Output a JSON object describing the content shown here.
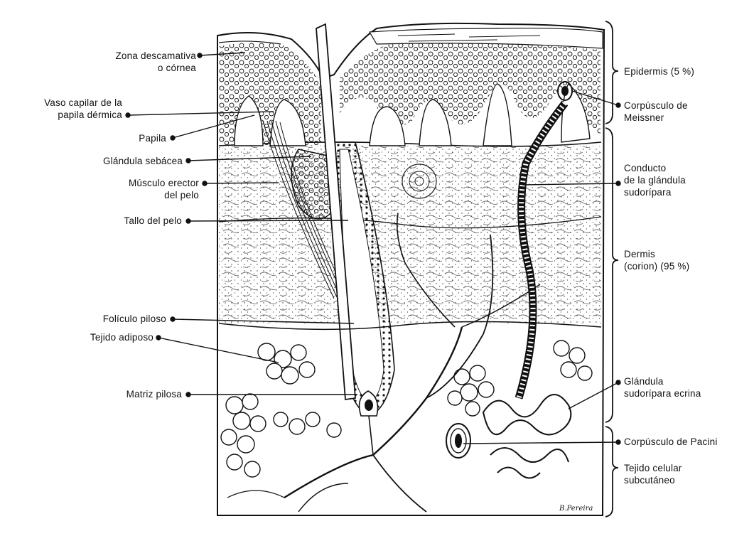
{
  "labels_left": [
    {
      "id": "zona",
      "lines": [
        "Zona descamativa",
        "o córnea"
      ]
    },
    {
      "id": "vaso",
      "lines": [
        "Vaso capilar de la",
        "papila dérmica"
      ]
    },
    {
      "id": "papila",
      "lines": [
        "Papila"
      ]
    },
    {
      "id": "sebacea",
      "lines": [
        "Glándula sebácea"
      ]
    },
    {
      "id": "musculo",
      "lines": [
        "Músculo erector",
        "del pelo"
      ]
    },
    {
      "id": "tallo",
      "lines": [
        "Tallo del pelo"
      ]
    },
    {
      "id": "foliculo",
      "lines": [
        "Folículo piloso"
      ]
    },
    {
      "id": "adiposo",
      "lines": [
        "Tejido adiposo"
      ]
    },
    {
      "id": "matriz",
      "lines": [
        "Matriz pilosa"
      ]
    }
  ],
  "labels_right": [
    {
      "id": "epidermis",
      "lines": [
        "Epidermis (5 %)"
      ]
    },
    {
      "id": "meissner",
      "lines": [
        "Corpúsculo de",
        "Meissner"
      ]
    },
    {
      "id": "conducto",
      "lines": [
        "Conducto",
        "de la glándula",
        "sudorípara"
      ]
    },
    {
      "id": "dermis",
      "lines": [
        "Dermis",
        "(corion) (95 %)"
      ]
    },
    {
      "id": "ecrina",
      "lines": [
        "Glándula",
        "sudorípara ecrina"
      ]
    },
    {
      "id": "pacini",
      "lines": [
        "Corpúsculo de Pacini"
      ]
    },
    {
      "id": "subcutaneo",
      "lines": [
        "Tejido celular",
        "subcutáneo"
      ]
    }
  ],
  "signature": "B.Pereira"
}
